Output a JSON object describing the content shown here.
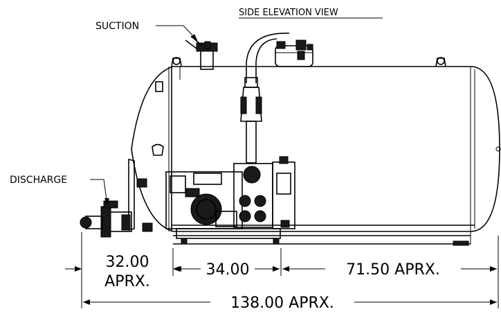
{
  "title": "SIDE ELEVATION VIEW",
  "callouts": {
    "suction": "SUCTION",
    "discharge": "DISCHARGE"
  },
  "dimensions": {
    "front": [
      "32.00",
      "APRX."
    ],
    "pump_skid": "34.00",
    "rear": "71.50 APRX.",
    "overall": "138.00 APRX."
  }
}
